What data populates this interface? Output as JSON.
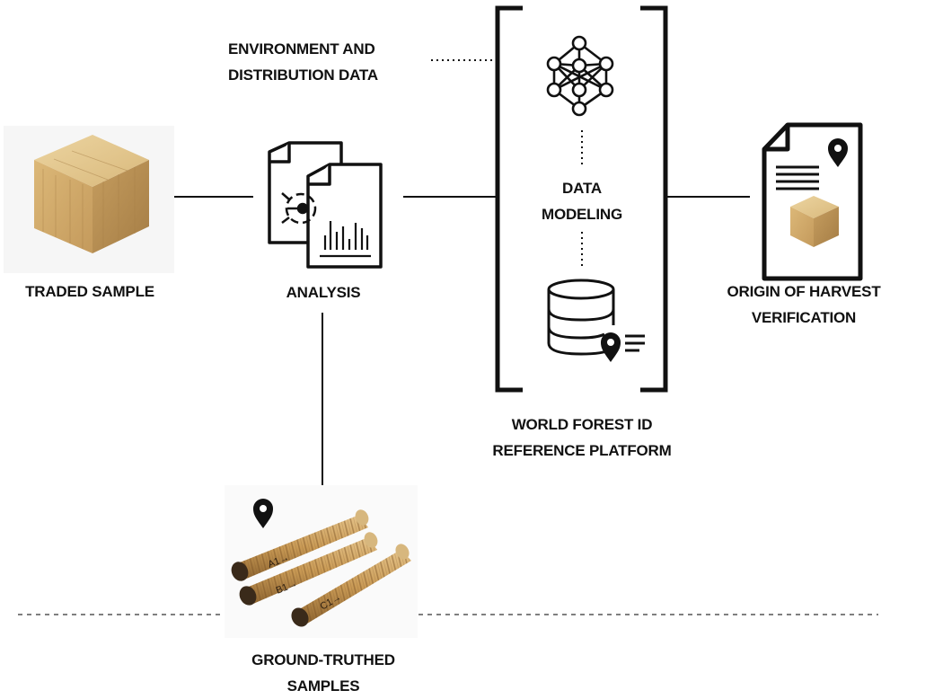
{
  "labels": {
    "traded_sample": "TRADED SAMPLE",
    "analysis": "ANALYSIS",
    "environment_line1": "ENVIRONMENT AND",
    "environment_line2": "DISTRIBUTION DATA",
    "data_modeling_line1": "DATA",
    "data_modeling_line2": "MODELING",
    "platform_line1": "WORLD FOREST ID",
    "platform_line2": "REFERENCE PLATFORM",
    "origin_line1": "ORIGIN OF HARVEST",
    "origin_line2": "VERIFICATION",
    "ground_line1": "GROUND-TRUTHED",
    "ground_line2": "SAMPLES"
  },
  "core_labels": [
    "A1→",
    "B1→",
    "C1→"
  ],
  "icons": {
    "cube": "wood-cube-icon",
    "analysis": "analysis-documents-icon",
    "network": "neural-network-icon",
    "database": "database-location-icon",
    "certificate": "certificate-document-icon",
    "cores": "wood-core-samples-icon",
    "pin": "location-pin-icon"
  },
  "colors": {
    "ink": "#111111",
    "wood_light": "#e2c48a",
    "wood_mid": "#c9a062",
    "wood_dark": "#a27a42"
  }
}
